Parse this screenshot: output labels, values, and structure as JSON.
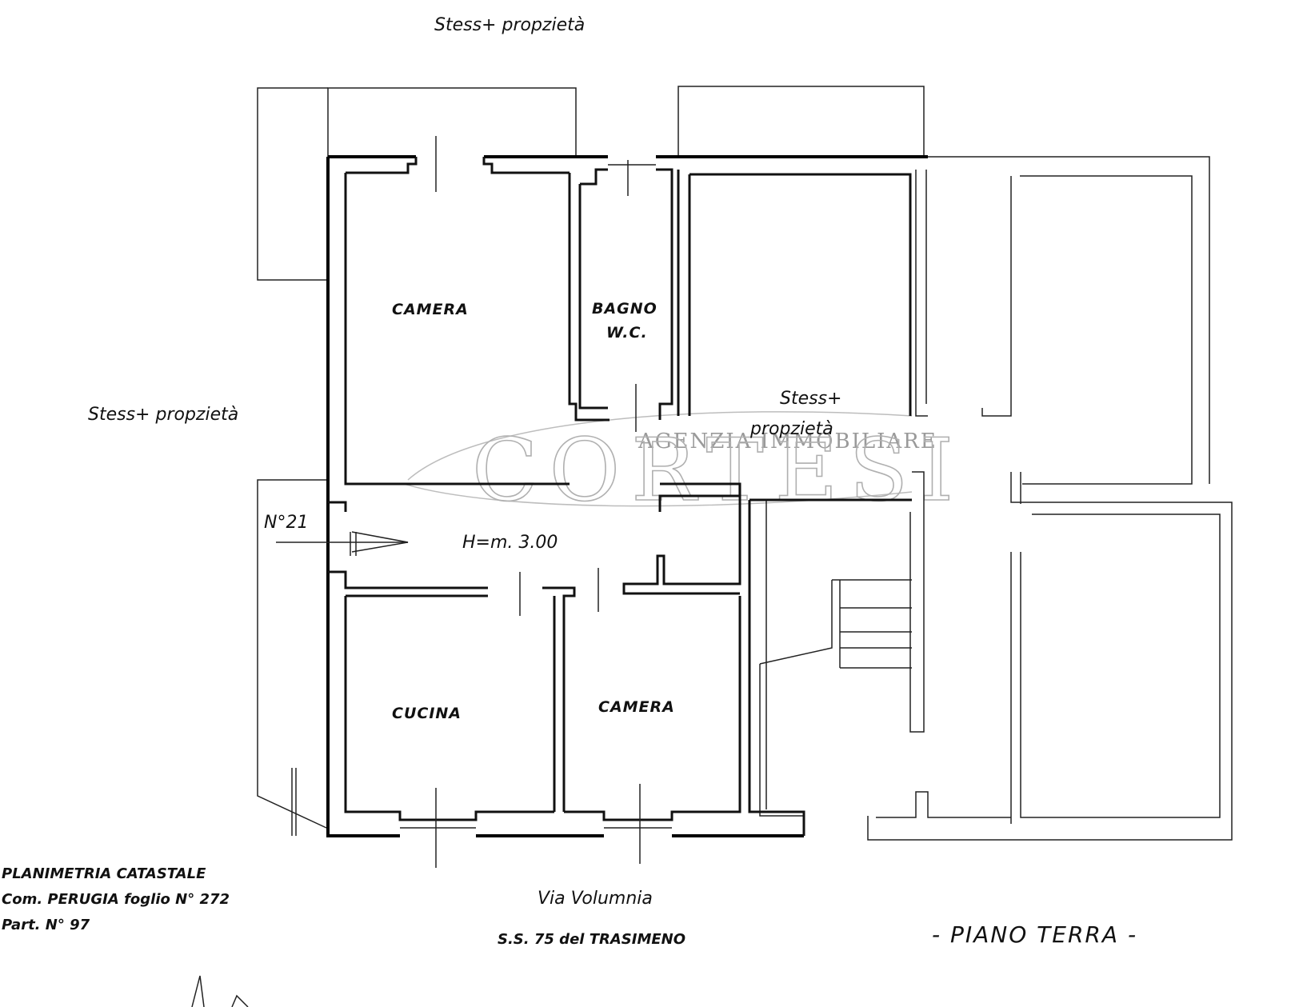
{
  "labels": {
    "top_note": "Stess+ propzietà",
    "left_note": "Stess+ propzietà",
    "center_note_1": "Stess+",
    "center_note_2": "propzietà",
    "civic_number": "N°21",
    "height_note": "H=m. 3.00",
    "room_camera_top": "CAMERA",
    "room_bagno_1": "BAGNO",
    "room_bagno_2": "W.C.",
    "room_cucina": "CUCINA",
    "room_camera_bottom": "CAMERA",
    "street_1": "Via Volumnia",
    "street_2": "S.S. 75 del TRASIMENO",
    "floor_title": "- PIANO TERRA -"
  },
  "caption": {
    "line1": "PLANIMETRIA CATASTALE",
    "line2": "Com. PERUGIA foglio N° 272",
    "line3": "Part. N° 97"
  },
  "watermark": {
    "line1": "AGENZIA IMMOBILIARE",
    "line2": "CORTESI"
  }
}
